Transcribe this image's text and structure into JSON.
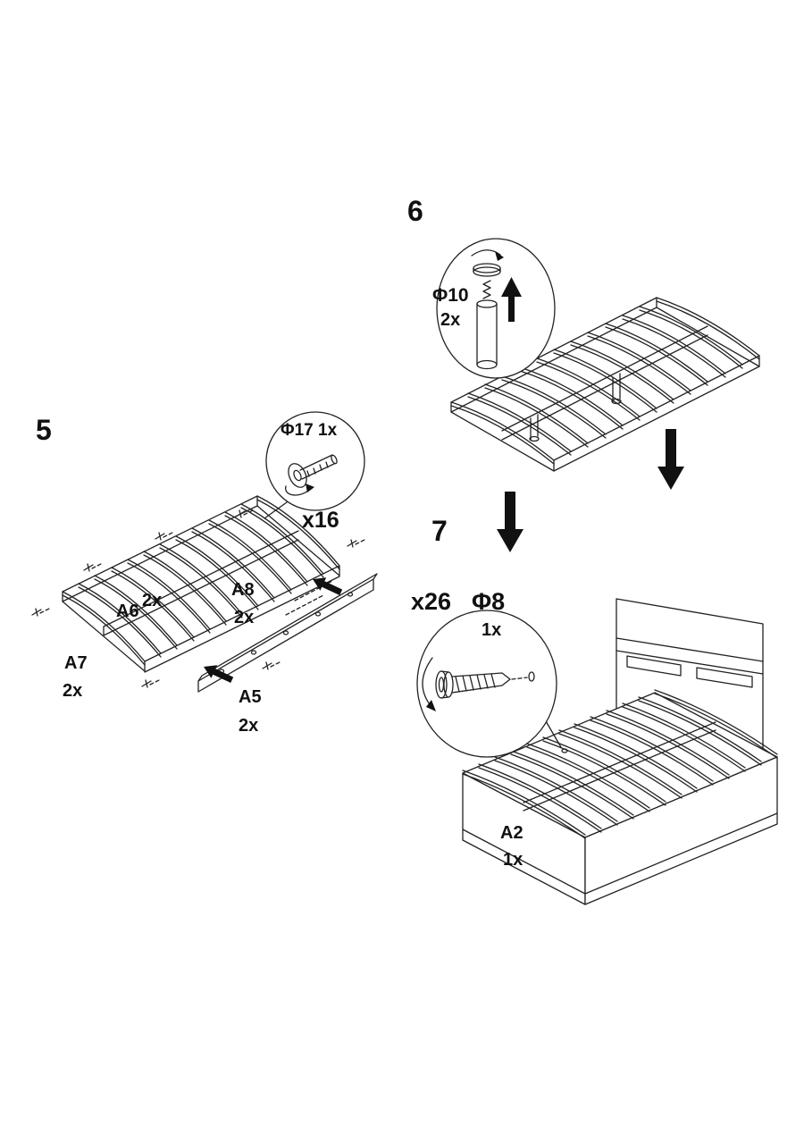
{
  "colors": {
    "line": "#222222",
    "arrow": "#111111",
    "background": "#ffffff"
  },
  "icons": {
    "down-arrow": "solid black arrow pointing down",
    "up-arrow": "solid black arrow pointing up",
    "attach-arrow": "solid black arrow pointing upper-left",
    "turn-arrow": "curved rotation arrow"
  },
  "steps": {
    "step5": {
      "number": "5",
      "callout": {
        "part": "Φ17",
        "qty": "1x",
        "count": "x16"
      },
      "parts": [
        {
          "id": "A6",
          "qty": "2x"
        },
        {
          "id": "A8",
          "qty": "2x"
        },
        {
          "id": "A7",
          "qty": "2x"
        },
        {
          "id": "A5",
          "qty": "2x"
        }
      ]
    },
    "step6": {
      "number": "6",
      "callout": {
        "part": "Φ10",
        "qty": "2x"
      }
    },
    "step7": {
      "number": "7",
      "callout": {
        "count": "x26",
        "part": "Φ8",
        "qty": "1x"
      },
      "part": {
        "id": "A2",
        "qty": "1x"
      }
    }
  }
}
